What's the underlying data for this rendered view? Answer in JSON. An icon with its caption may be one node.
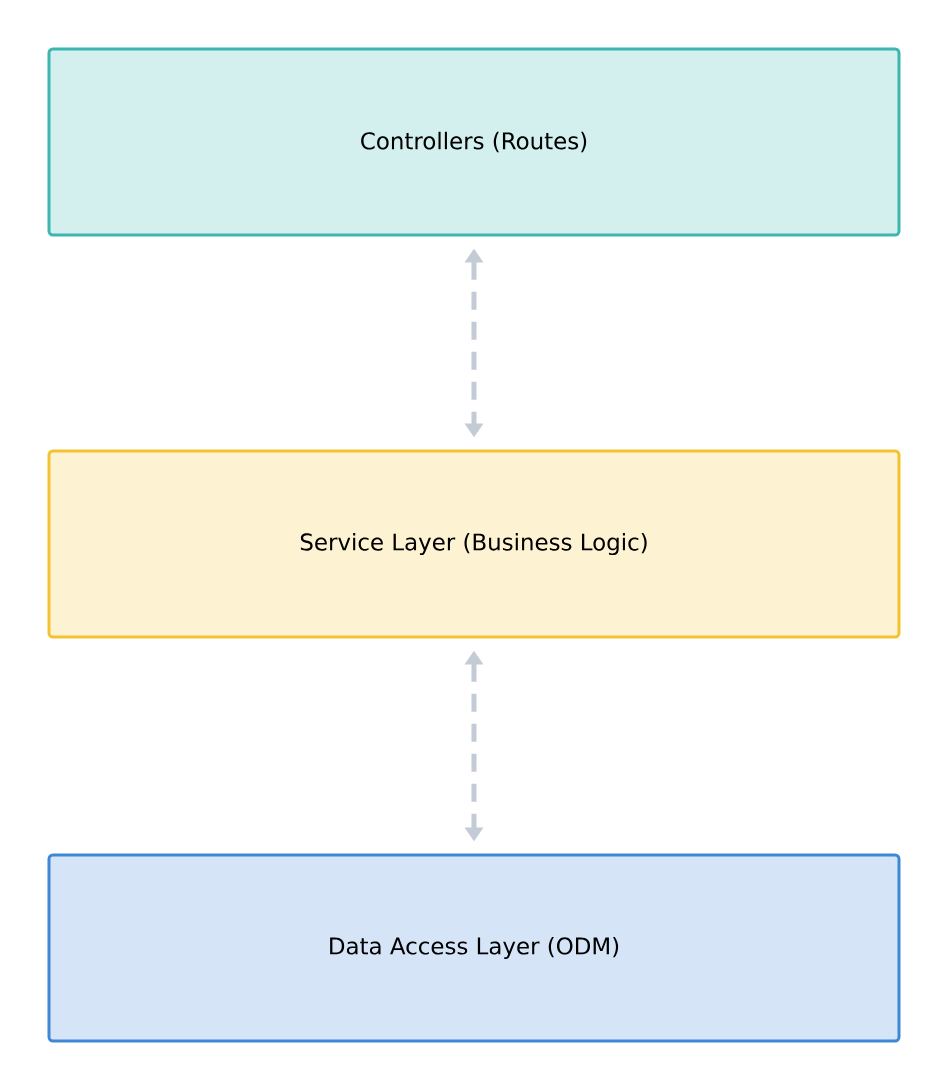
{
  "diagram": {
    "nodes": [
      {
        "text": [
          "Controllers (Routes)"
        ]
      },
      {
        "text": [
          "Service Layer (Business Logic)"
        ]
      },
      {
        "text": [
          "Data Access Layer (ODM)"
        ]
      }
    ],
    "edges": [
      {
        "from": 0,
        "to": 1,
        "arrow": "both",
        "style": "dashed"
      },
      {
        "from": 1,
        "to": 2,
        "arrow": "both",
        "style": "dashed"
      }
    ]
  }
}
